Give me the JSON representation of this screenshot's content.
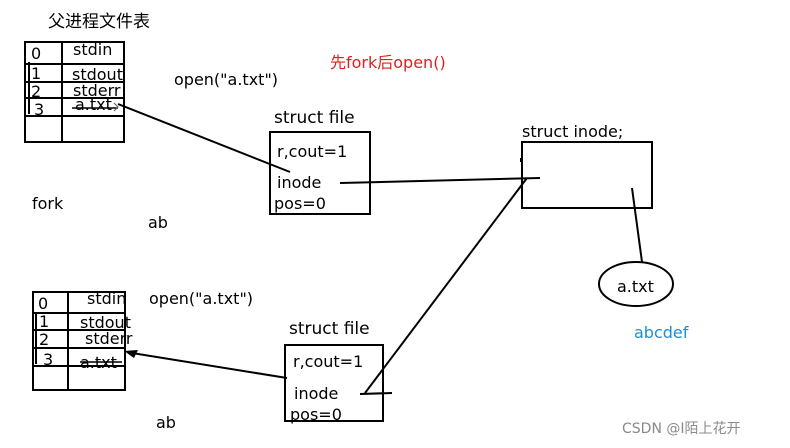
{
  "title": "父进程文件表",
  "annotation": "先fork后open()",
  "fork_label": "fork",
  "top": {
    "fd_table": [
      {
        "fd": "0",
        "name": "stdin"
      },
      {
        "fd": "1",
        "name": "stdout"
      },
      {
        "fd": "2",
        "name": "stderr"
      },
      {
        "fd": "3",
        "name": "a.txt"
      }
    ],
    "open_call": "open(\"a.txt\")",
    "file_struct_label": "struct file",
    "fields": {
      "refcount": "r,cout=1",
      "inode": "inode",
      "pos": "pos=0"
    },
    "content": "ab"
  },
  "bottom": {
    "fd_table": [
      {
        "fd": "0",
        "name": "stdin"
      },
      {
        "fd": "1",
        "name": "stdout"
      },
      {
        "fd": "2",
        "name": "stderr"
      },
      {
        "fd": "3",
        "name": "a.txt"
      }
    ],
    "open_call": "open(\"a.txt\")",
    "file_struct_label": "struct file",
    "fields": {
      "refcount": "r,cout=1",
      "inode": "inode",
      "pos": "pos=0"
    },
    "content": "ab"
  },
  "inode": {
    "label": "struct inode;",
    "file_name": "a.txt",
    "file_content": "abcdef"
  },
  "watermark": "CSDN @I陌上花开"
}
